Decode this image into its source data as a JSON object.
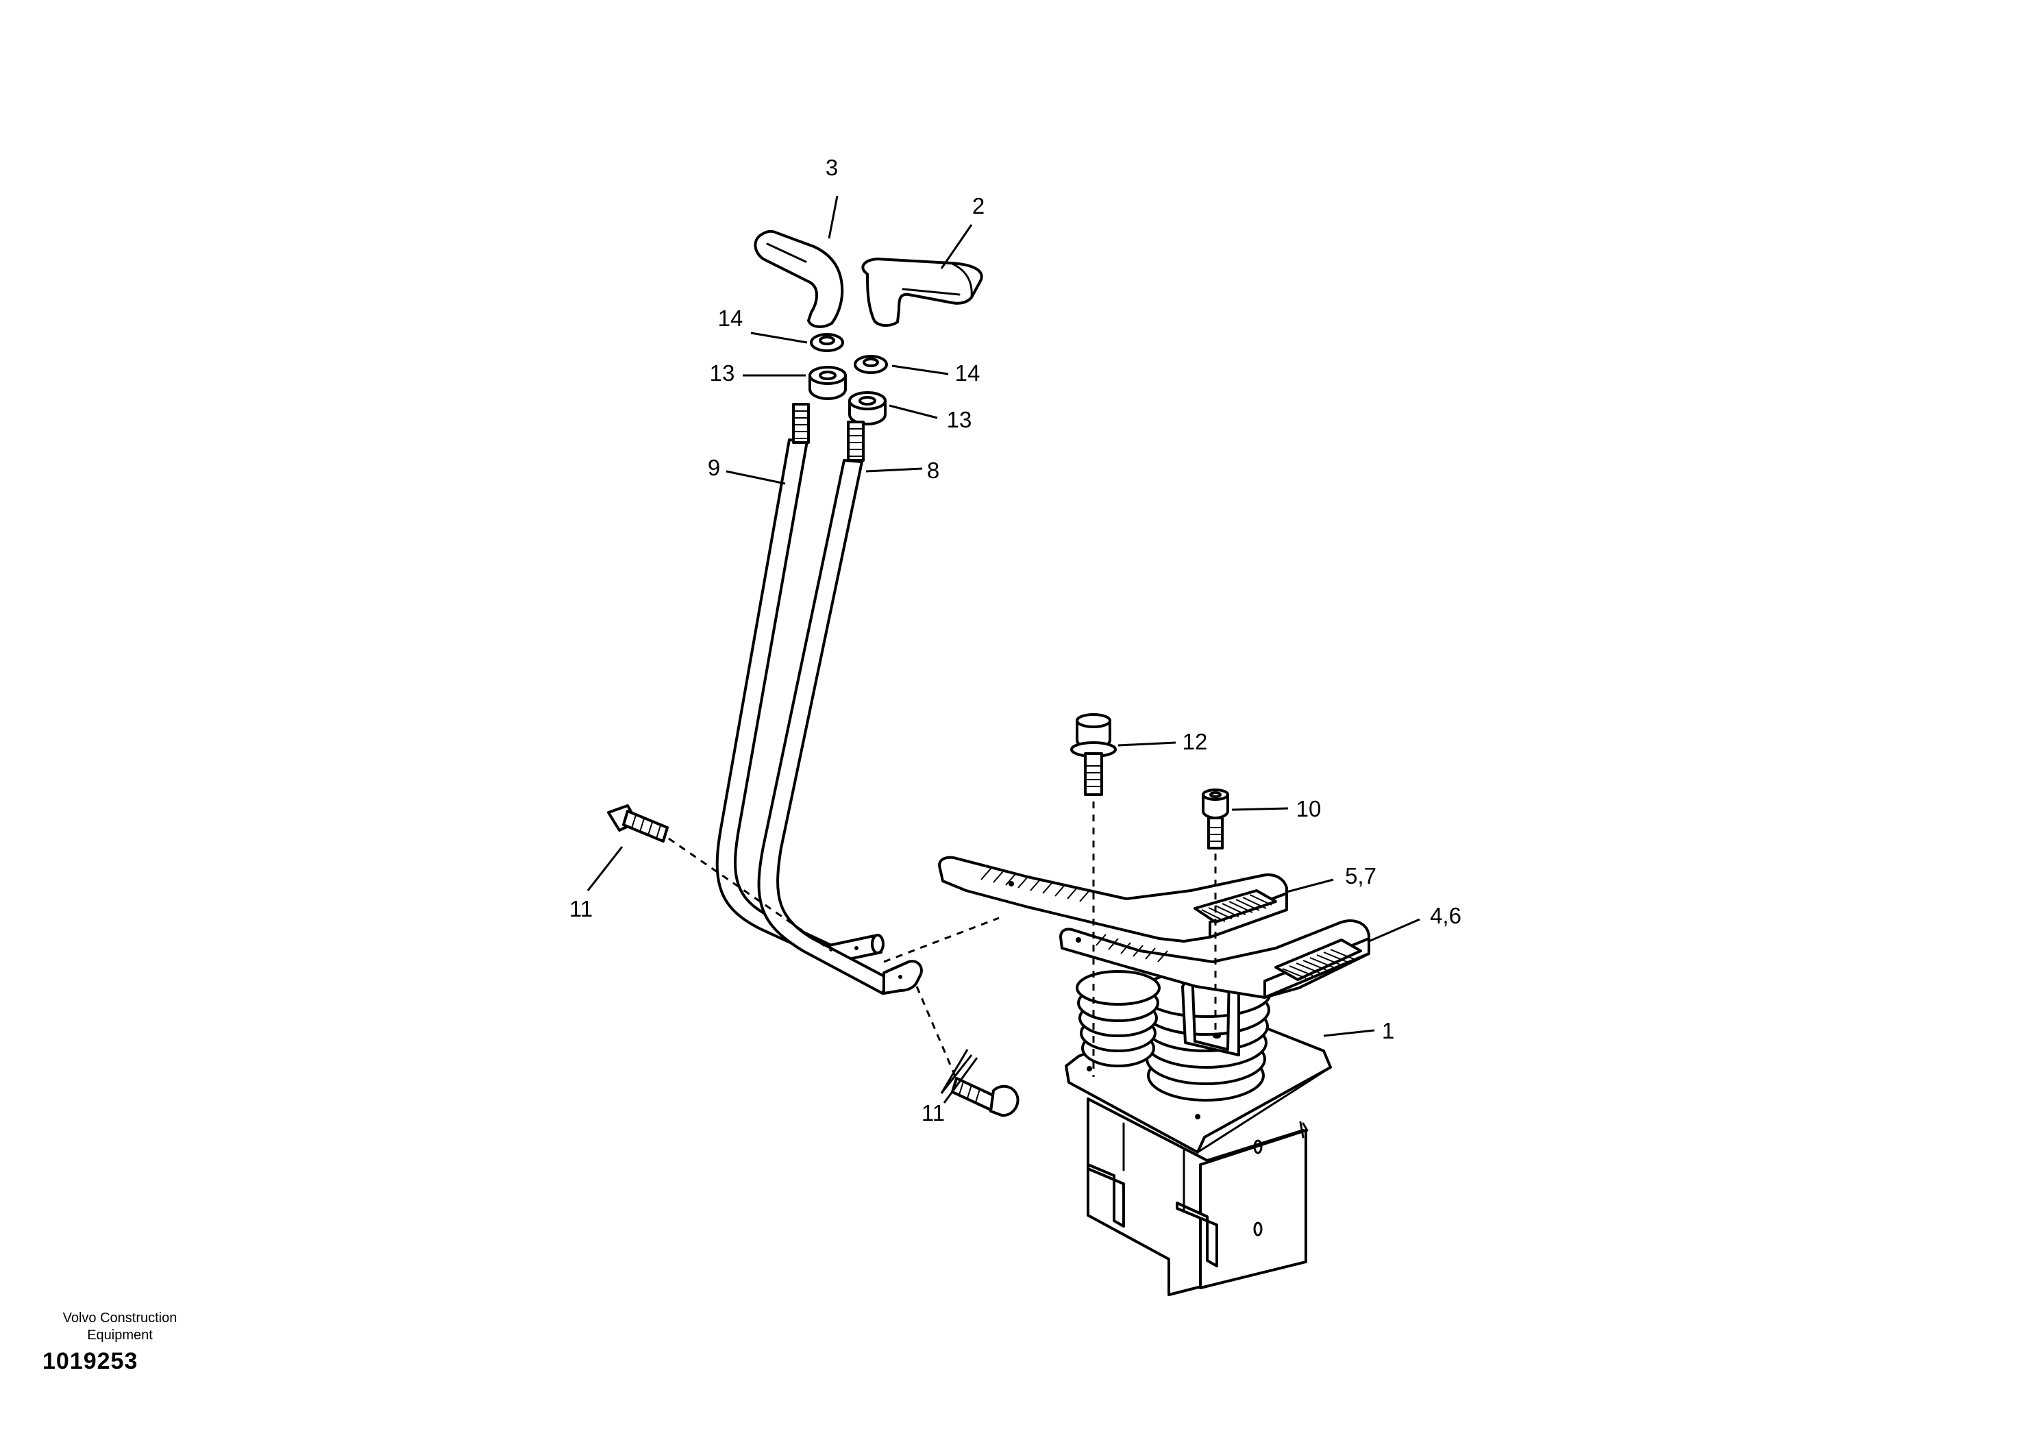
{
  "callouts": {
    "c1": "1",
    "c2": "2",
    "c3": "3",
    "c4_6": "4,6",
    "c5_7": "5,7",
    "c8": "8",
    "c9": "9",
    "c10": "10",
    "c11_a": "11",
    "c11_b": "11",
    "c12": "12",
    "c13_a": "13",
    "c13_b": "13",
    "c14_a": "14",
    "c14_b": "14"
  },
  "footer": {
    "brand_line1": "Volvo Construction",
    "brand_line2": "Equipment",
    "drawing_number": "1019253"
  }
}
